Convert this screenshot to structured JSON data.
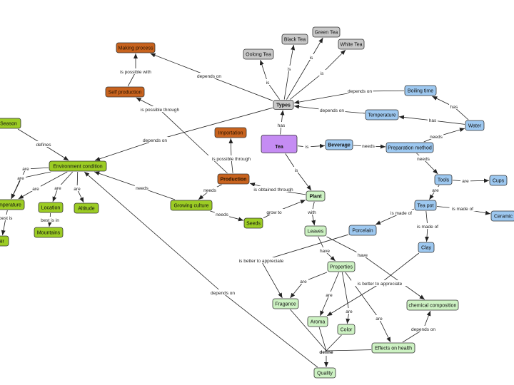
{
  "colors": {
    "gray": "#c8c8c8",
    "purple": "#c58cf3",
    "blue": "#9dc8f0",
    "green_light": "#cdf2c3",
    "green_dark": "#9ccc24",
    "orange": "#c8631e",
    "stroke": "#333333"
  },
  "nodes": {
    "making_process": "Making process",
    "self_production": "Self production",
    "importation": "Importation",
    "production": "Production",
    "oolong_tea": "Oolong Tea",
    "black_tea": "Black Tea",
    "green_tea": "Green Tea",
    "white_tea": "White Tea",
    "types": "Types",
    "tea": "Tea",
    "beverage": "Beverage",
    "preparation_method": "Preparation method",
    "boiling_time": "Boiling time",
    "temperature": "Temperature",
    "water": "Water",
    "tools": "Tools",
    "cups": "Cups",
    "tea_pot": "Tea pot",
    "ceramic": "Ceramic",
    "porcelain": "Porcelain",
    "clay": "Clay",
    "plant": "Plant",
    "leaves": "Leaves",
    "properties": "Properties",
    "fragance": "Fragance",
    "aroma": "Aroma",
    "color": "Color",
    "chemical_composition": "chemical composition",
    "effects_on_health": "Effects on health",
    "quality": "Quality",
    "season": "Season",
    "environment_condition": "Environment condition",
    "growing_culture": "Growing culture",
    "seeds": "Seeds",
    "emperature": "emperature",
    "location": "Location",
    "altitude": "Altitude",
    "mountains": "Mountains",
    "air": "air"
  },
  "labels": {
    "is_possible_with": "is possible with",
    "depends_on_making": "depends on",
    "is_possible_through_self": "is possible through",
    "is_possible_through_import": "is possible through",
    "depends_on_env": "depends on",
    "is_oolong": "is",
    "is_black": "is",
    "is_green": "is",
    "is_white": "is",
    "has_types": "has",
    "depends_on_boiling": "depends on",
    "depends_on_temp": "depends on",
    "has_temp": "has",
    "has_boiling": "has",
    "is_beverage": "is",
    "needs_prep": "needs",
    "needs_water": "needs",
    "needs_tools": "needs",
    "is_plant": "is",
    "are_cups": "are",
    "are_teapot": "are",
    "is_made_of_porcelain": "is made of",
    "is_made_of_ceramic": "is made of",
    "is_made_of_clay": "is made of",
    "is_obtained_through": "is obtained through",
    "needs_production": "needs",
    "needs_growing": "needs",
    "needs_seeds": "needs",
    "grow_to": "grow to",
    "with": "with",
    "have_props": "have",
    "have_chem": "have",
    "is_better_fragance": "is better to appreciate",
    "is_better_aroma": "is better to appreciate",
    "are_fragance": "are",
    "are_aroma": "are",
    "are_color": "are",
    "are_effects": "are",
    "depends_on_chem": "depends on",
    "define": "define",
    "depends_on_quality": "depends on",
    "defines": "defines",
    "are_1": "are",
    "are_2": "are",
    "are_3": "are",
    "are_4": "are",
    "are_5": "are",
    "best_is_in": "best is in",
    "best_is": "best is"
  }
}
